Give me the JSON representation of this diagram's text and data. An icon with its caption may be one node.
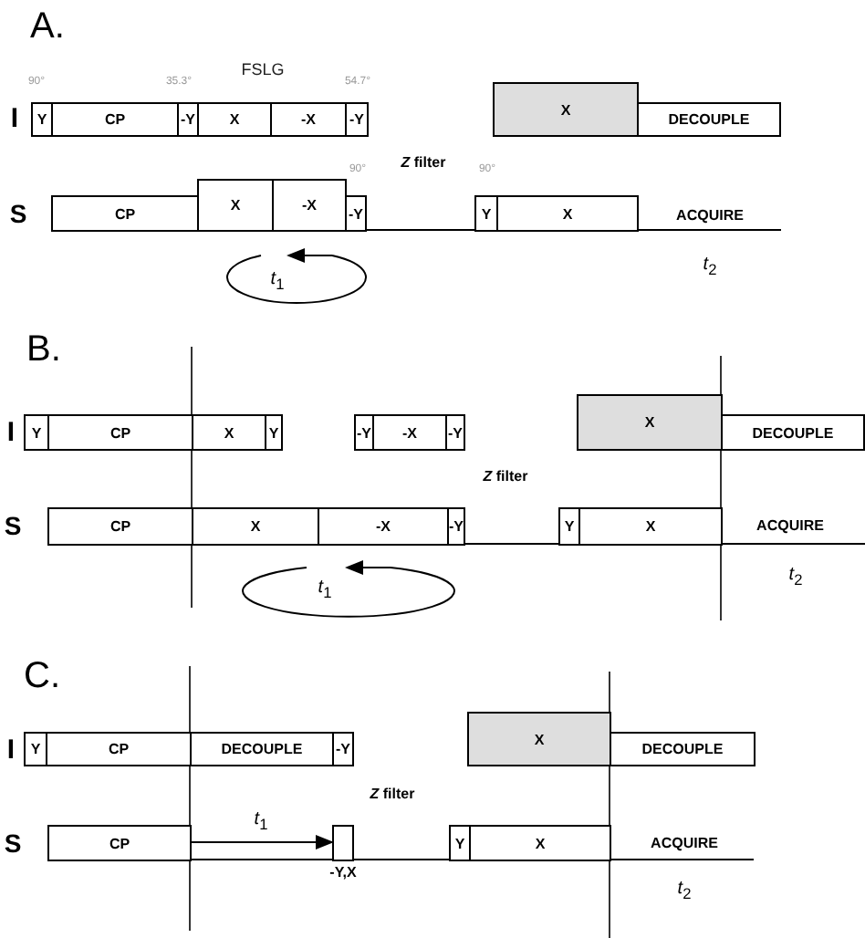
{
  "diagram": {
    "nodes": [
      {
        "text": [
          "Y"
        ]
      },
      {
        "text": [
          "CP"
        ]
      },
      {
        "text": [
          "-Y"
        ]
      },
      {
        "text": [
          "X"
        ]
      },
      {
        "text": [
          "-X"
        ]
      },
      {
        "text": [
          "-Y"
        ]
      },
      {
        "text": [
          "X"
        ]
      },
      {
        "text": [
          "DECOUPLE"
        ]
      },
      {
        "text": [
          "CP"
        ]
      },
      {
        "text": [
          "X"
        ]
      },
      {
        "text": [
          "-X"
        ]
      },
      {
        "text": [
          "-Y"
        ]
      },
      {
        "text": [
          "Y"
        ]
      },
      {
        "text": [
          "X"
        ]
      },
      {
        "text": [
          "Y"
        ]
      },
      {
        "text": [
          "CP"
        ]
      },
      {
        "text": [
          "X"
        ]
      },
      {
        "text": [
          "Y"
        ]
      },
      {
        "text": [
          "-Y"
        ]
      },
      {
        "text": [
          "-X"
        ]
      },
      {
        "text": [
          "-Y"
        ]
      },
      {
        "text": [
          "X"
        ]
      },
      {
        "text": [
          "DECOUPLE"
        ]
      },
      {
        "text": [
          "CP"
        ]
      },
      {
        "text": [
          "X"
        ]
      },
      {
        "text": [
          "-X"
        ]
      },
      {
        "text": [
          "-Y"
        ]
      },
      {
        "text": [
          "Y"
        ]
      },
      {
        "text": [
          "X"
        ]
      },
      {
        "text": [
          "Y"
        ]
      },
      {
        "text": [
          "CP"
        ]
      },
      {
        "text": [
          "DECOUPLE"
        ]
      },
      {
        "text": [
          "-Y"
        ]
      },
      {
        "text": [
          "X"
        ]
      },
      {
        "text": [
          "DECOUPLE"
        ]
      },
      {
        "text": [
          "CP"
        ]
      },
      {
        "text": [],
        "shape": "box",
        "beside": [
          "-Y,X"
        ]
      },
      {
        "text": [
          "Y"
        ]
      },
      {
        "text": [
          "X"
        ]
      }
    ],
    "edges": [
      {
        "from": 35,
        "to": 36,
        "arrow": "to",
        "label": "*t*$_{1}$"
      }
    ],
    "labels": [
      "A.",
      "90°",
      "FSLG",
      "35.3°",
      "54.7°",
      "I",
      "*Z* filter",
      "90°",
      "90°",
      "S",
      "ACQUIRE",
      "*t*$_{1}$",
      "*t*$_{2}$",
      "B.",
      "I",
      "*Z* filter",
      "S",
      "ACQUIRE",
      "*t*$_{2}$",
      "*t*$_{1}$",
      "C.",
      "I",
      "*Z* filter",
      "S",
      "ACQUIRE",
      "*t*$_{2}$"
    ]
  }
}
